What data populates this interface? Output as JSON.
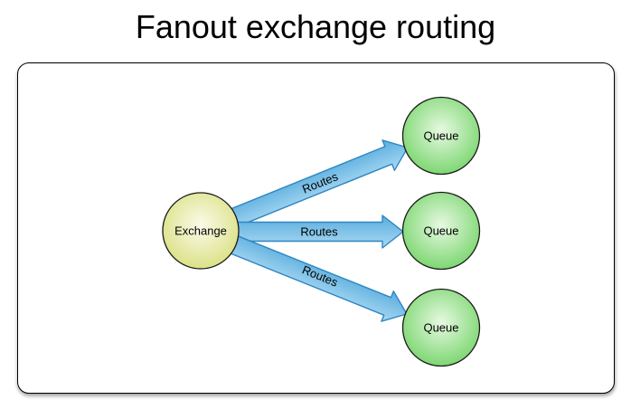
{
  "diagram": {
    "title": "Fanout exchange routing",
    "nodes": [
      {
        "id": "exchange",
        "label": "Exchange",
        "shape": "circle",
        "fill_center": "#FAFBE9",
        "fill_edge": "#D9DF7F"
      },
      {
        "id": "queue-1",
        "label": "Queue",
        "shape": "circle",
        "fill_center": "#E7F9E2",
        "fill_edge": "#74D468"
      },
      {
        "id": "queue-2",
        "label": "Queue",
        "shape": "circle",
        "fill_center": "#E7F9E2",
        "fill_edge": "#74D468"
      },
      {
        "id": "queue-3",
        "label": "Queue",
        "shape": "circle",
        "fill_center": "#E7F9E2",
        "fill_edge": "#74D468"
      }
    ],
    "edges": [
      {
        "from": "exchange",
        "to": "queue-1",
        "label": "Routes"
      },
      {
        "from": "exchange",
        "to": "queue-2",
        "label": "Routes"
      },
      {
        "from": "exchange",
        "to": "queue-3",
        "label": "Routes"
      }
    ],
    "colors": {
      "arrow_fill_dark": "#58ACDE",
      "arrow_fill_light": "#AAD9F2",
      "arrow_border": "#2E86C3",
      "node_border": "#1A1A1A",
      "box_border": "#000000",
      "background": "#FFFFFF",
      "title_color": "#000000"
    }
  }
}
